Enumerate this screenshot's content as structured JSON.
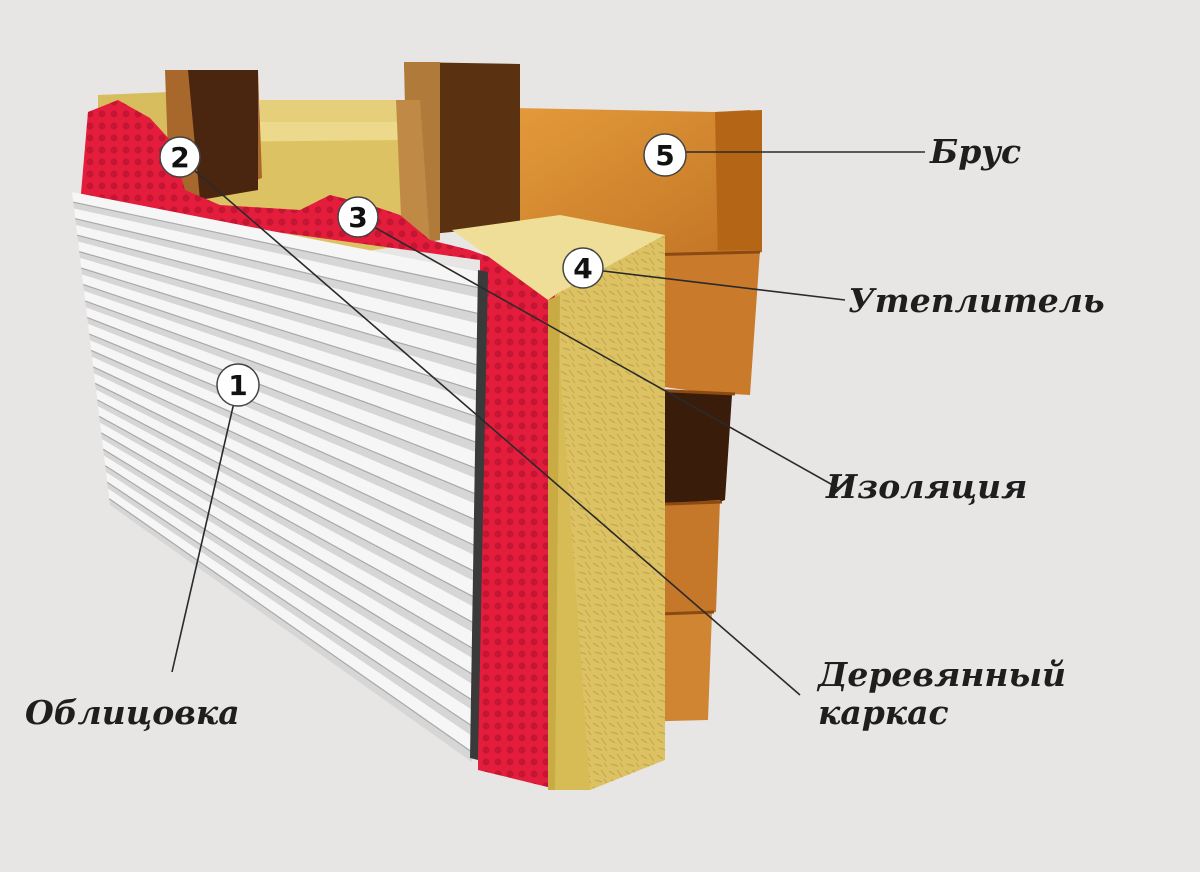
{
  "markers": [
    {
      "number": "1",
      "label": "Облицовка"
    },
    {
      "number": "2",
      "label": "Деревянный каркас"
    },
    {
      "number": "3",
      "label": "Изоляция"
    },
    {
      "number": "4",
      "label": "Утеплитель"
    },
    {
      "number": "5",
      "label": "Брус"
    }
  ],
  "labels": {
    "cladding": "Облицовка",
    "frame_line1": "Деревянный",
    "frame_line2": "каркас",
    "insulation_film": "Изоляция",
    "insulation": "Утеплитель",
    "timber": "Брус"
  },
  "colors": {
    "background": "#e8e6e4",
    "siding": "#f4f4f4",
    "membrane": "#e51d3c",
    "mineral_wool": "#dcc262",
    "timber": "#d1872e",
    "frame": "#b57e3a",
    "text": "#1e1e1e"
  }
}
